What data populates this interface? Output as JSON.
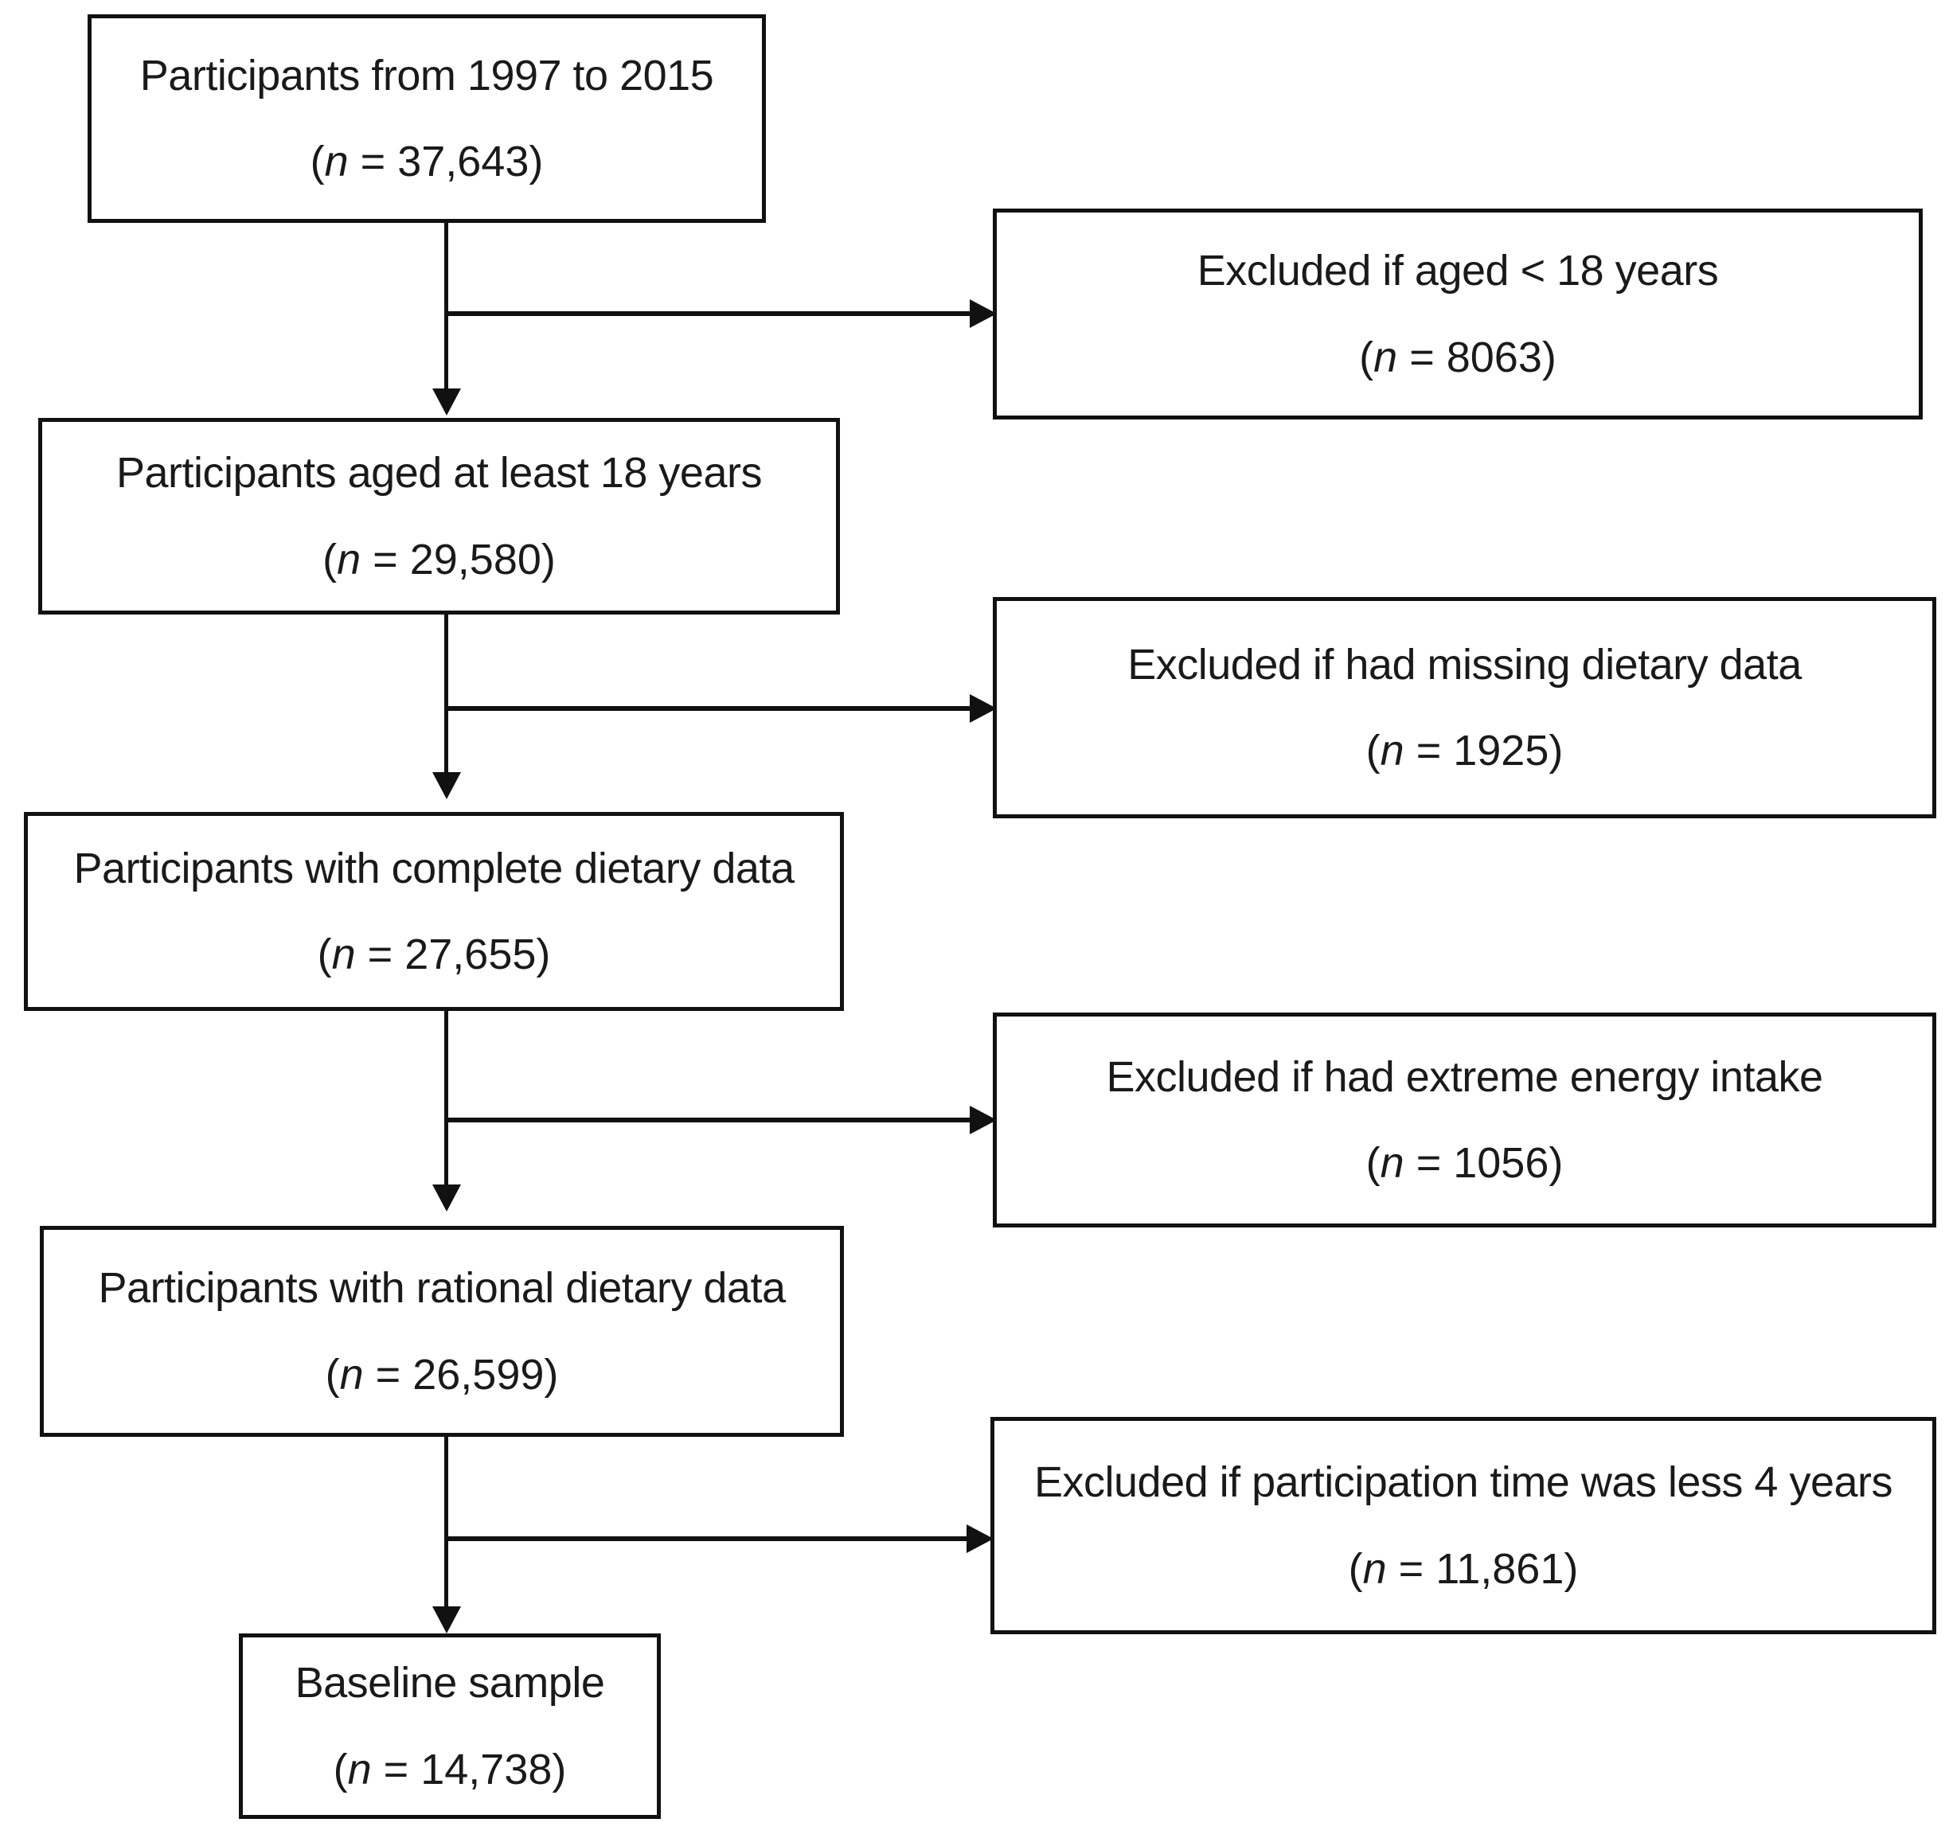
{
  "diagram": {
    "type": "participant-flow-chart",
    "title": "",
    "n_symbol": "n",
    "main_boxes": [
      {
        "id": "participants-1997-2015",
        "label": "Participants from 1997 to 2015",
        "count_text": "(n = 37,643)",
        "count": 37643
      },
      {
        "id": "participants-aged-18",
        "label": "Participants aged at least 18 years",
        "count_text": "(n = 29,580)",
        "count": 29580
      },
      {
        "id": "participants-complete-dietary",
        "label": "Participants with complete dietary data",
        "count_text": "(n = 27,655)",
        "count": 27655
      },
      {
        "id": "participants-rational-dietary",
        "label": "Participants with rational dietary data",
        "count_text": "(n = 26,599)",
        "count": 26599
      },
      {
        "id": "baseline-sample",
        "label": "Baseline sample",
        "count_text": "(n = 14,738)",
        "count": 14738
      }
    ],
    "exclusion_boxes": [
      {
        "id": "excluded-age",
        "label": "Excluded if aged < 18 years",
        "count_text": "(n = 8063)",
        "count": 8063
      },
      {
        "id": "excluded-missing-dietary",
        "label": "Excluded if had missing dietary data",
        "count_text": "(n = 1925)",
        "count": 1925
      },
      {
        "id": "excluded-extreme-energy",
        "label": "Excluded if had extreme energy intake",
        "count_text": "(n = 1056)",
        "count": 1056
      },
      {
        "id": "excluded-participation-time",
        "label": "Excluded if participation time was less 4 years",
        "count_text": "(n = 11,861)",
        "count": 11861
      }
    ],
    "colors": {
      "border": "#111111",
      "text": "#1a1a1a",
      "background": "#ffffff"
    }
  }
}
